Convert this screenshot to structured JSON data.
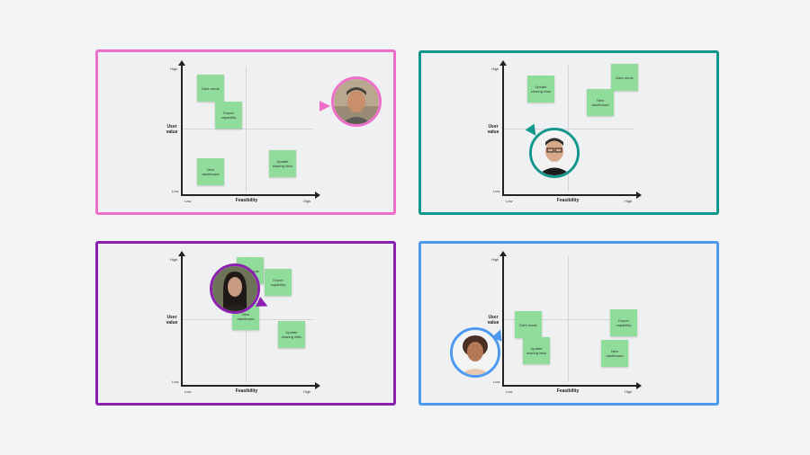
{
  "panels": [
    {
      "id": "pink",
      "color": "#ee6fc9",
      "axes": {
        "y_high": "High",
        "y_low": "Low",
        "x_low": "Low",
        "x_high": "High",
        "y_title": "User value",
        "x_title": "Feasibility"
      },
      "notes": [
        "Dark mode",
        "Export capability",
        "New dashboard",
        "Update sharing links"
      ],
      "avatar": "collaborator-avatar"
    },
    {
      "id": "teal",
      "color": "#13978a",
      "axes": {
        "y_high": "High",
        "y_low": "Low",
        "x_low": "Low",
        "x_high": "High",
        "y_title": "User value",
        "x_title": "Feasibility"
      },
      "notes": [
        "Update sharing links",
        "Dark mode",
        "New dashboard"
      ],
      "avatar": "collaborator-avatar"
    },
    {
      "id": "purple",
      "color": "#8b1fb0",
      "axes": {
        "y_high": "High",
        "y_low": "Low",
        "x_low": "Low",
        "x_high": "High",
        "y_title": "User value",
        "x_title": "Feasibility"
      },
      "notes": [
        "Dark mode",
        "Export capability",
        "New dashboard",
        "Update sharing links"
      ],
      "avatar": "collaborator-avatar"
    },
    {
      "id": "blue",
      "color": "#4c99ee",
      "axes": {
        "y_high": "High",
        "y_low": "Low",
        "x_low": "Low",
        "x_high": "High",
        "y_title": "User value",
        "x_title": "Feasibility"
      },
      "notes": [
        "Dark mode",
        "Update sharing links",
        "Export capability",
        "New dashboard"
      ],
      "avatar": "collaborator-avatar"
    }
  ]
}
